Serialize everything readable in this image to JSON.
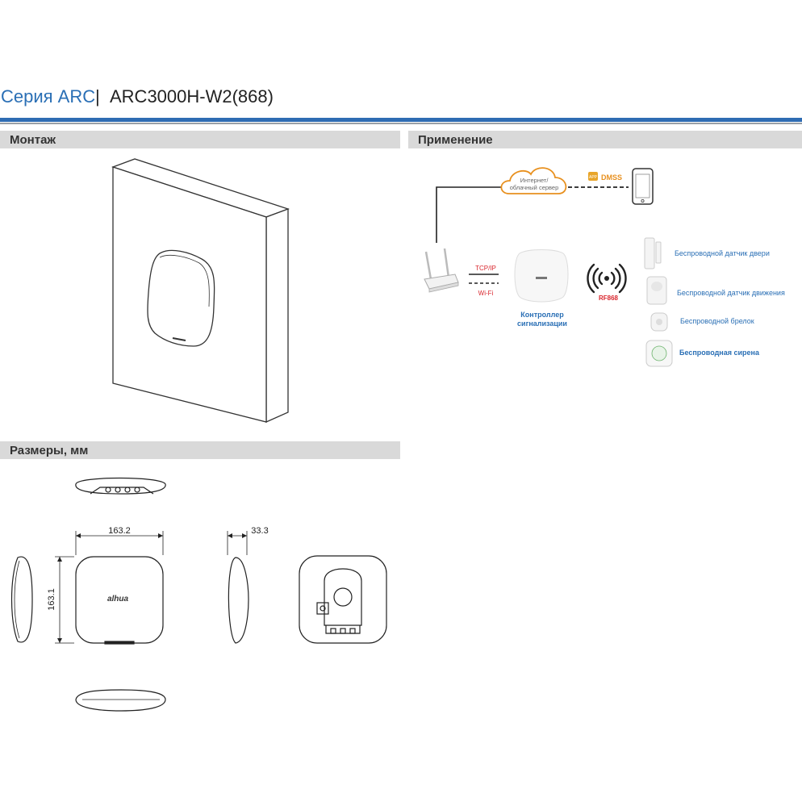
{
  "header": {
    "series": "Серия ARC",
    "separator": "|",
    "model": "ARC3000H-W2(868)"
  },
  "sections": {
    "mount": "Монтаж",
    "application": "Применение",
    "dimensions": "Размеры, мм"
  },
  "application": {
    "cloud_line1": "Интернет/",
    "cloud_line2": "облачный сервер",
    "dmss": "DMSS",
    "app_badge": "APP",
    "tcpip": "TCP/IP",
    "wifi": "Wi-Fi",
    "controller_line1": "Контроллер",
    "controller_line2": "сигнализации",
    "rf": "RF868",
    "devices": [
      {
        "name": "door-sensor",
        "label": "Беспроводной датчик двери"
      },
      {
        "name": "motion-sensor",
        "label": "Беспроводной датчик движения"
      },
      {
        "name": "keyfob",
        "label": "Беспроводной брелок"
      },
      {
        "name": "siren",
        "label": "Беспроводная сирена"
      }
    ],
    "colors": {
      "accent_blue": "#2a6fb5",
      "cloud_orange": "#e8901e",
      "label_red": "#d9272e"
    }
  },
  "dimensions": {
    "width": "163.2",
    "height": "163.1",
    "depth": "33.3",
    "logo": "alhua"
  }
}
